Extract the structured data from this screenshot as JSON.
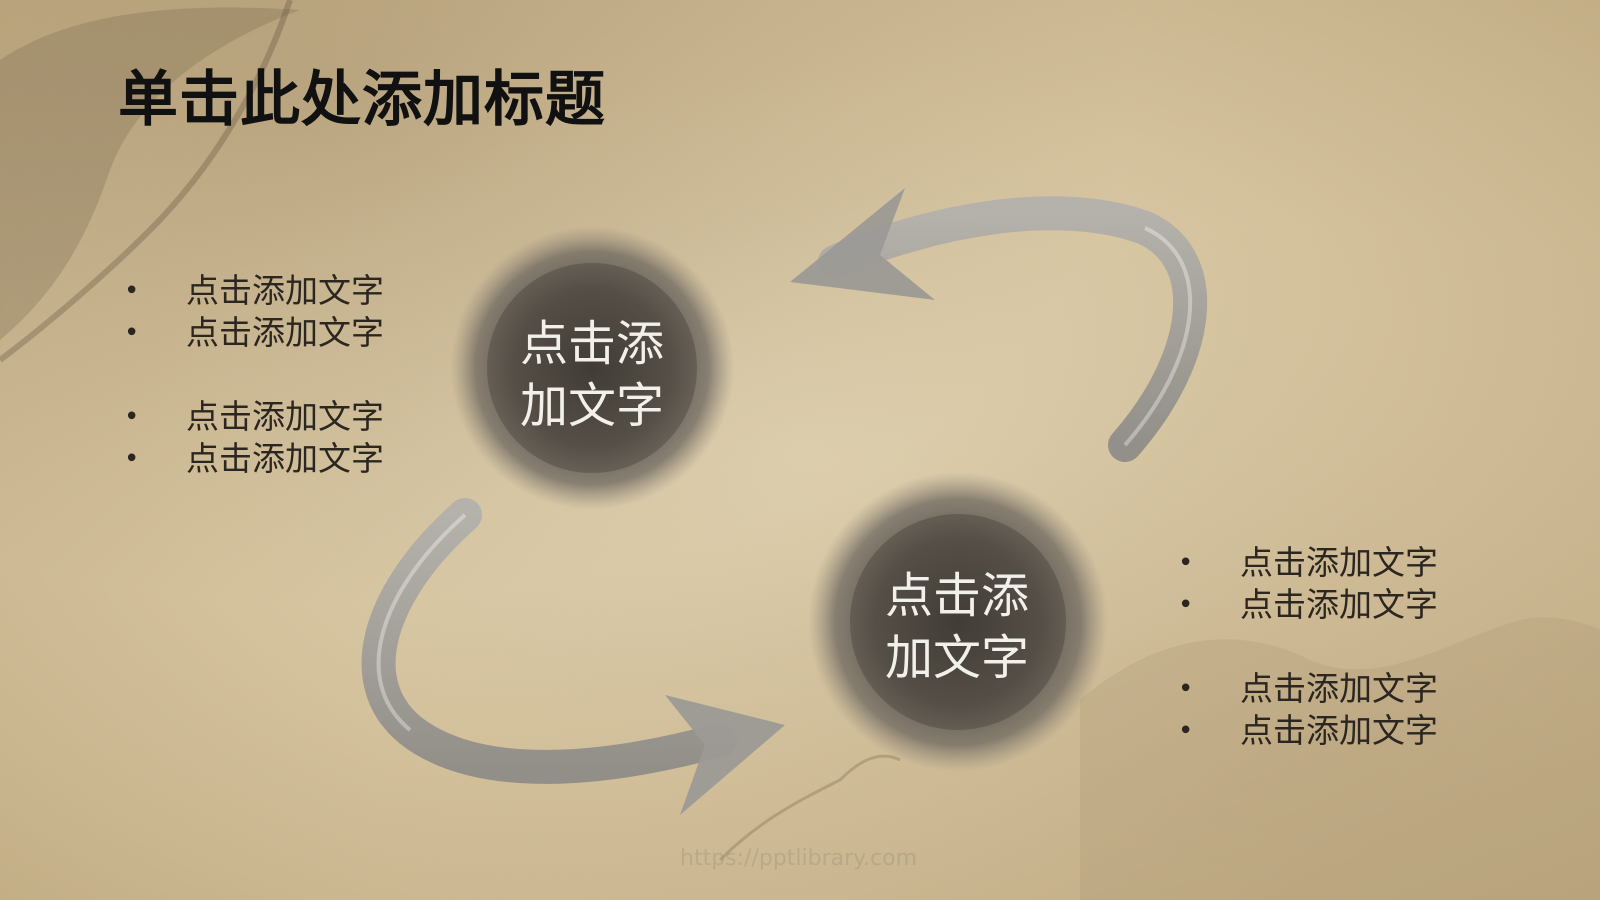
{
  "slide": {
    "title": "单击此处添加标题",
    "left_bullets": [
      "点击添加文字",
      "点击添加文字",
      "点击添加文字",
      "点击添加文字"
    ],
    "right_bullets": [
      "点击添加文字",
      "点击添加文字",
      "点击添加文字",
      "点击添加文字"
    ],
    "circle_top": {
      "line1": "点击添",
      "line2": "加文字"
    },
    "circle_bottom": {
      "line1": "点击添",
      "line2": "加文字"
    },
    "bullet_symbol": "•",
    "watermark": "https://pptlibrary.com"
  },
  "colors": {
    "paper": "#d6c7a6",
    "ink": "#3f3a34",
    "arrow": "#9a9894",
    "title_text": "#111111",
    "circle_text": "#f2f0ea"
  },
  "icons": {
    "arrow_top": "curved-arrow-left-icon",
    "arrow_bottom": "curved-arrow-right-icon"
  }
}
